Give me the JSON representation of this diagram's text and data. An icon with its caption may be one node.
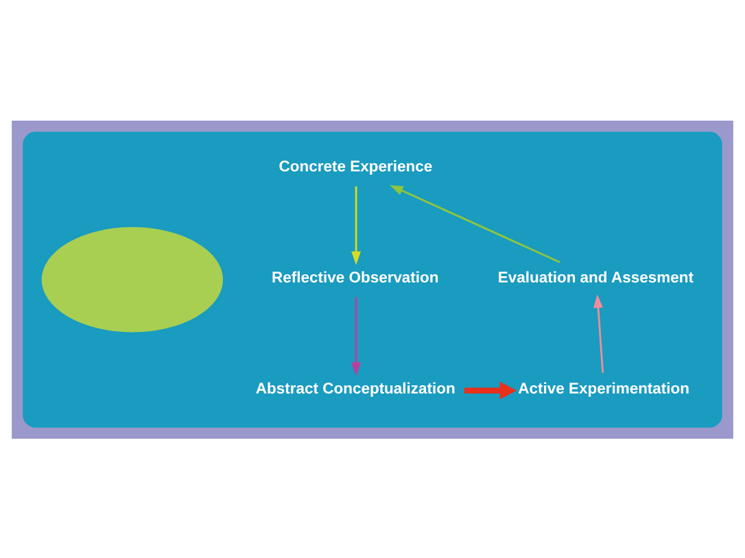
{
  "diagram": {
    "nodes": [
      {
        "text": [],
        "shape": "ellipse"
      },
      {
        "text": [
          "Concrete Experience"
        ],
        "in": 0
      },
      {
        "text": [
          "Evaluation and Assesment"
        ],
        "in": 0
      },
      {
        "text": [],
        "shape": "ellipse",
        "in": 0
      },
      {
        "text": [
          "Reflective Observation"
        ],
        "in": 0
      },
      {
        "text": [
          "Active Experimentation"
        ],
        "in": 0
      },
      {
        "text": [
          "Abstract Conceptualization"
        ],
        "in": 0
      }
    ],
    "edges": [
      {
        "from": 2,
        "to": 1,
        "arrow": "to",
        "color": "#8dc63f"
      },
      {
        "from": 1,
        "to": 4,
        "arrow": "to",
        "color": "#d8dc20"
      },
      {
        "from": 4,
        "to": 6,
        "arrow": "to",
        "color": "#c03c9c"
      },
      {
        "from": 6,
        "to": 5,
        "arrow": "to",
        "style": "thick",
        "color": "#e8301c"
      },
      {
        "from": 5,
        "to": 2,
        "arrow": "to",
        "color": "#f08c9c"
      }
    ]
  }
}
